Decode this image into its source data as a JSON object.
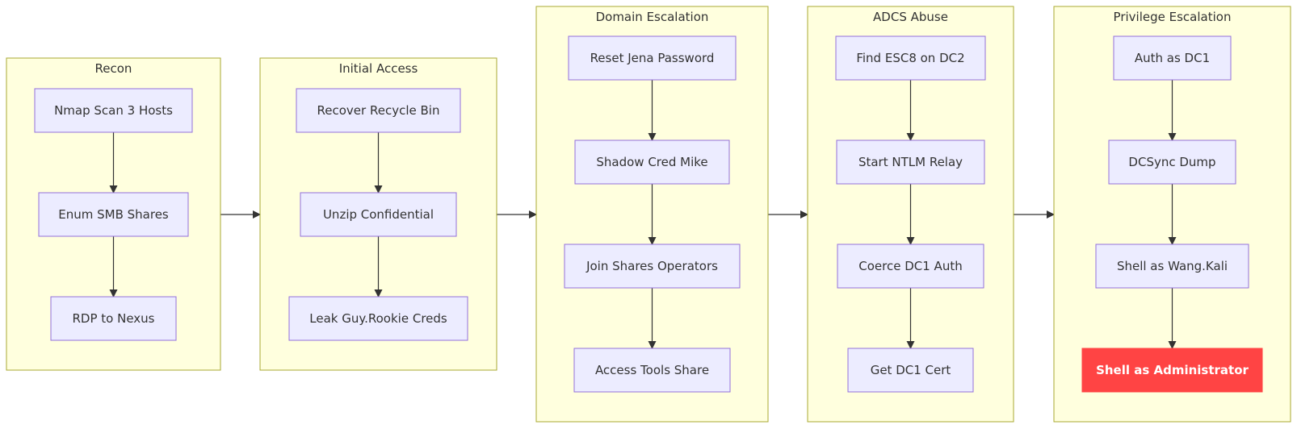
{
  "colors": {
    "cluster_fill": "#ffffde",
    "cluster_border": "#aaaa33",
    "node_fill": "#ececff",
    "node_border": "#9370db",
    "final_node_fill": "#ff4444",
    "final_node_text": "#ffffff",
    "edge": "#333333"
  },
  "clusters": [
    {
      "id": "recon",
      "title": "Recon",
      "nodes": [
        "Nmap Scan 3 Hosts",
        "Enum SMB Shares",
        "RDP to Nexus"
      ]
    },
    {
      "id": "initial-access",
      "title": "Initial Access",
      "nodes": [
        "Recover Recycle Bin",
        "Unzip Confidential",
        "Leak Guy.Rookie Creds"
      ]
    },
    {
      "id": "domain-escalation",
      "title": "Domain Escalation",
      "nodes": [
        "Reset Jena Password",
        "Shadow Cred Mike",
        "Join Shares Operators",
        "Access Tools Share"
      ]
    },
    {
      "id": "adcs-abuse",
      "title": "ADCS Abuse",
      "nodes": [
        "Find ESC8 on DC2",
        "Start NTLM Relay",
        "Coerce DC1 Auth",
        "Get DC1 Cert"
      ]
    },
    {
      "id": "privilege-escalation",
      "title": "Privilege Escalation",
      "nodes": [
        "Auth as DC1",
        "DCSync Dump",
        "Shell as Wang.Kali",
        "Shell as Administrator"
      ]
    }
  ]
}
